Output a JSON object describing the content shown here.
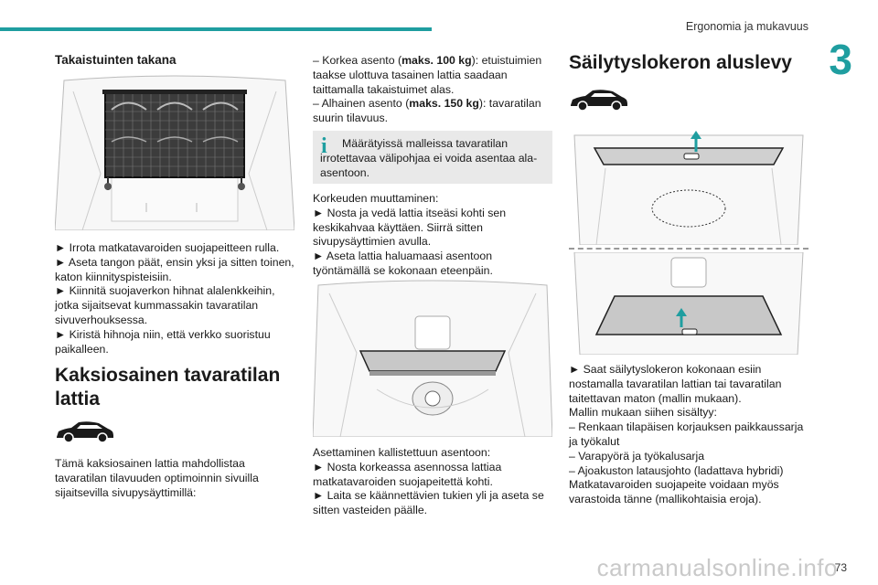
{
  "header": {
    "section": "Ergonomia ja mukavuus",
    "chapter": "3",
    "page": "73"
  },
  "watermark": "carmanualsonline.info",
  "col1": {
    "heading": "Takaistuinten takana",
    "steps": [
      "► Irrota matkatavaroiden suojapeitteen rulla.",
      "► Aseta tangon päät, ensin yksi ja sitten toinen, katon kiinnityspisteisiin.",
      "► Kiinnitä suojaverkon hihnat alalenkkeihin, jotka sijaitsevat kummassakin tavaratilan sivuverhouksessa.",
      "► Kiristä hihnoja niin, että verkko suoristuu paikalleen."
    ],
    "section_title": "Kaksiosainen tavaratilan lattia",
    "intro": "Tämä kaksiosainen lattia mahdollistaa tavaratilan tilavuuden optimoinnin sivuilla sijaitsevilla sivupysäyttimillä:"
  },
  "col2": {
    "high_prefix": "– Korkea asento (",
    "high_bold": "maks. 100 kg",
    "high_suffix": "): etuistuimien taakse ulottuva tasainen lattia saadaan taittamalla takaistuimet alas.",
    "low_prefix": "– Alhainen asento (",
    "low_bold": "maks. 150 kg",
    "low_suffix": "): tavaratilan suurin tilavuus.",
    "info": "Määrätyissä malleissa tavaratilan irrotettavaa välipohjaa ei voida asentaa ala-asentoon.",
    "height_title": "Korkeuden muuttaminen:",
    "height_steps": [
      "► Nosta ja vedä lattia itseäsi kohti sen keskikahvaa käyttäen. Siirrä sitten sivupysäyttimien avulla.",
      "► Aseta lattia haluamaasi asentoon työntämällä se kokonaan eteenpäin."
    ],
    "tilt_title": "Asettaminen kallistettuun asentoon:",
    "tilt_steps": [
      "► Nosta korkeassa asennossa lattiaa matkatavaroiden suojapeitettä kohti.",
      "► Laita se käännettävien tukien yli ja aseta se sitten vasteiden päälle."
    ]
  },
  "col3": {
    "title": "Säilytyslokeron aluslevy",
    "step": "► Saat säilytyslokeron kokonaan esiin nostamalla tavaratilan lattian tai tavaratilan taitettavan maton (mallin mukaan).",
    "contents_title": "Mallin mukaan siihen sisältyy:",
    "items": [
      "– Renkaan tilapäisen korjauksen paikkaussarja ja työkalut",
      "– Varapyörä ja työkalusarja",
      "– Ajoakuston latausjohto (ladattava hybridi)"
    ],
    "note": "Matkatavaroiden suojapeite voidaan myös varastoida tänne (mallikohtaisia eroja)."
  },
  "colors": {
    "accent": "#1f9ea0",
    "info_bg": "#e9e9e9"
  }
}
